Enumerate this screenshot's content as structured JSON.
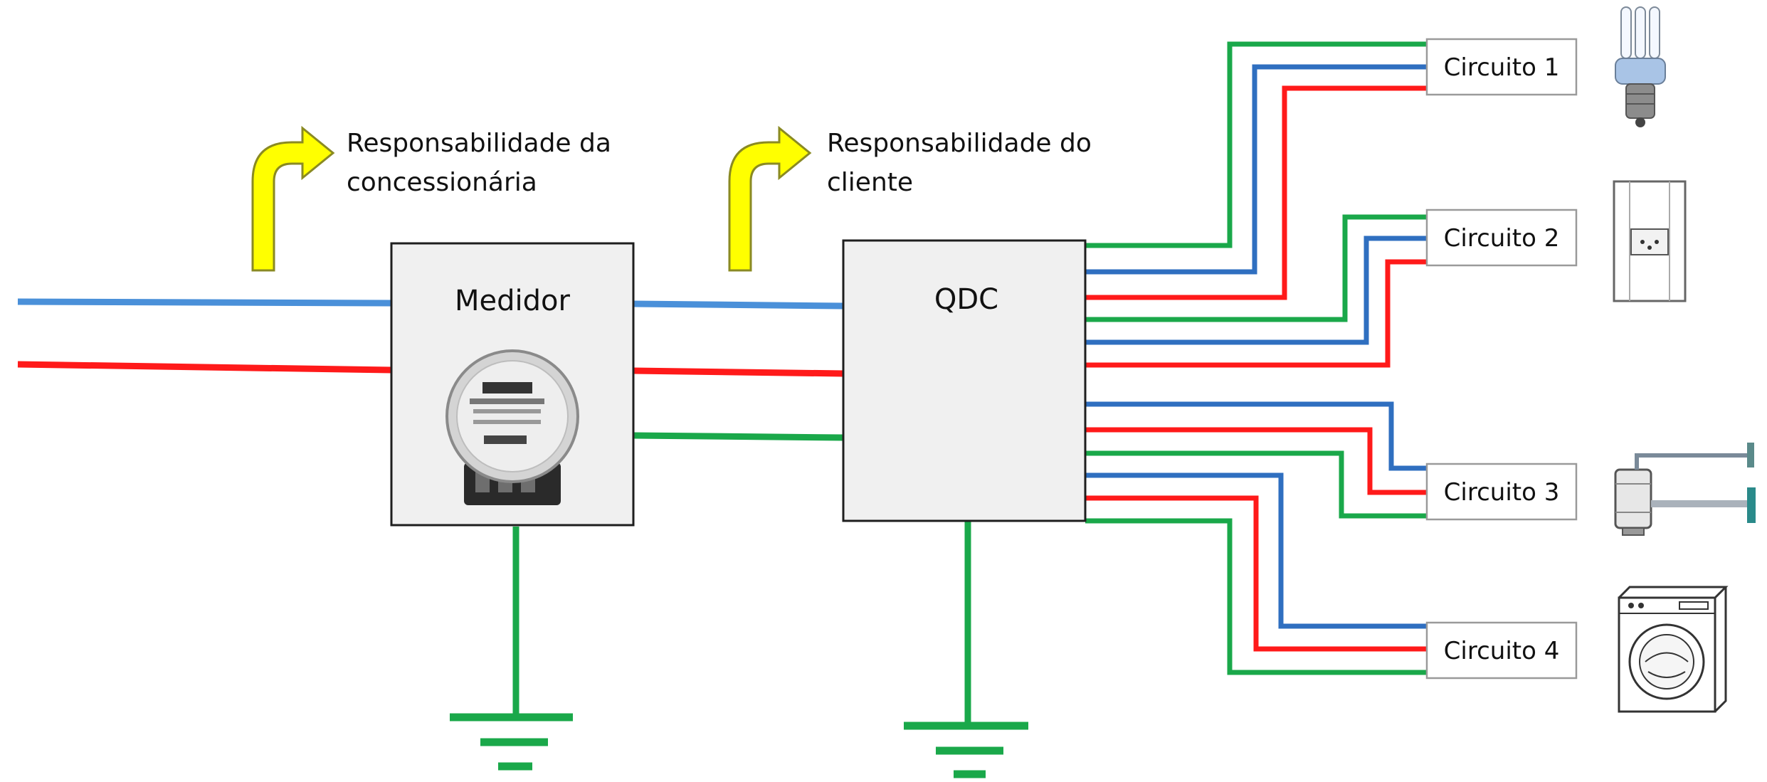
{
  "labels": {
    "responsibility_utility": [
      "Responsabilidade da",
      "concessionária"
    ],
    "responsibility_client": [
      "Responsabilidade do",
      "cliente"
    ],
    "meter": "Medidor",
    "panel": "QDC"
  },
  "circuits": [
    {
      "label": "Circuito 1",
      "icon": "lamp-icon"
    },
    {
      "label": "Circuito 2",
      "icon": "outlet-icon"
    },
    {
      "label": "Circuito 3",
      "icon": "shower-icon"
    },
    {
      "label": "Circuito 4",
      "icon": "washing-machine-icon"
    }
  ],
  "colors": {
    "phase": "#ff1a1a",
    "neutral": "#4a90d9",
    "ground": "#1aa84a",
    "arrow": "#ffff00",
    "box_fill": "#f0f0f0"
  }
}
